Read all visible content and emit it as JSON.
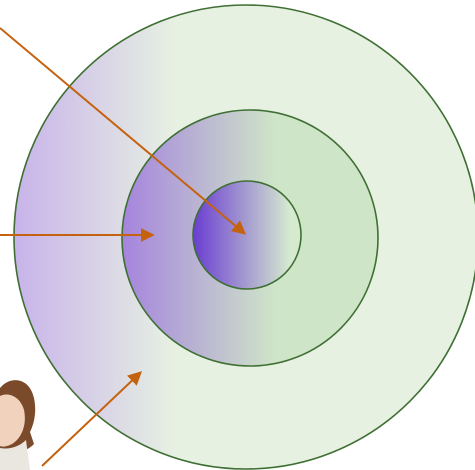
{
  "diagram": {
    "rings": [
      {
        "name": "outer-ring",
        "edge_color": "#c8b3ea",
        "fill_color": "#e7f1e2",
        "stroke_color": "#3e6f33"
      },
      {
        "name": "middle-ring",
        "edge_color": "#a584dd",
        "fill_color": "#cfe5c8",
        "stroke_color": "#3e6f33"
      },
      {
        "name": "inner-ring",
        "edge_color": "#6a3dd1",
        "fill_color": "#d6ead0",
        "stroke_color": "#3e6f33"
      }
    ],
    "arrow_color": "#c4620f",
    "arrows": [
      {
        "name": "arrow-to-inner-ring"
      },
      {
        "name": "arrow-to-middle-ring"
      },
      {
        "name": "arrow-to-outer-ring"
      }
    ],
    "photo": {
      "icon": "child-photo",
      "hair_color": "#7a4a2a",
      "skin_color": "#f1d3bd"
    }
  }
}
